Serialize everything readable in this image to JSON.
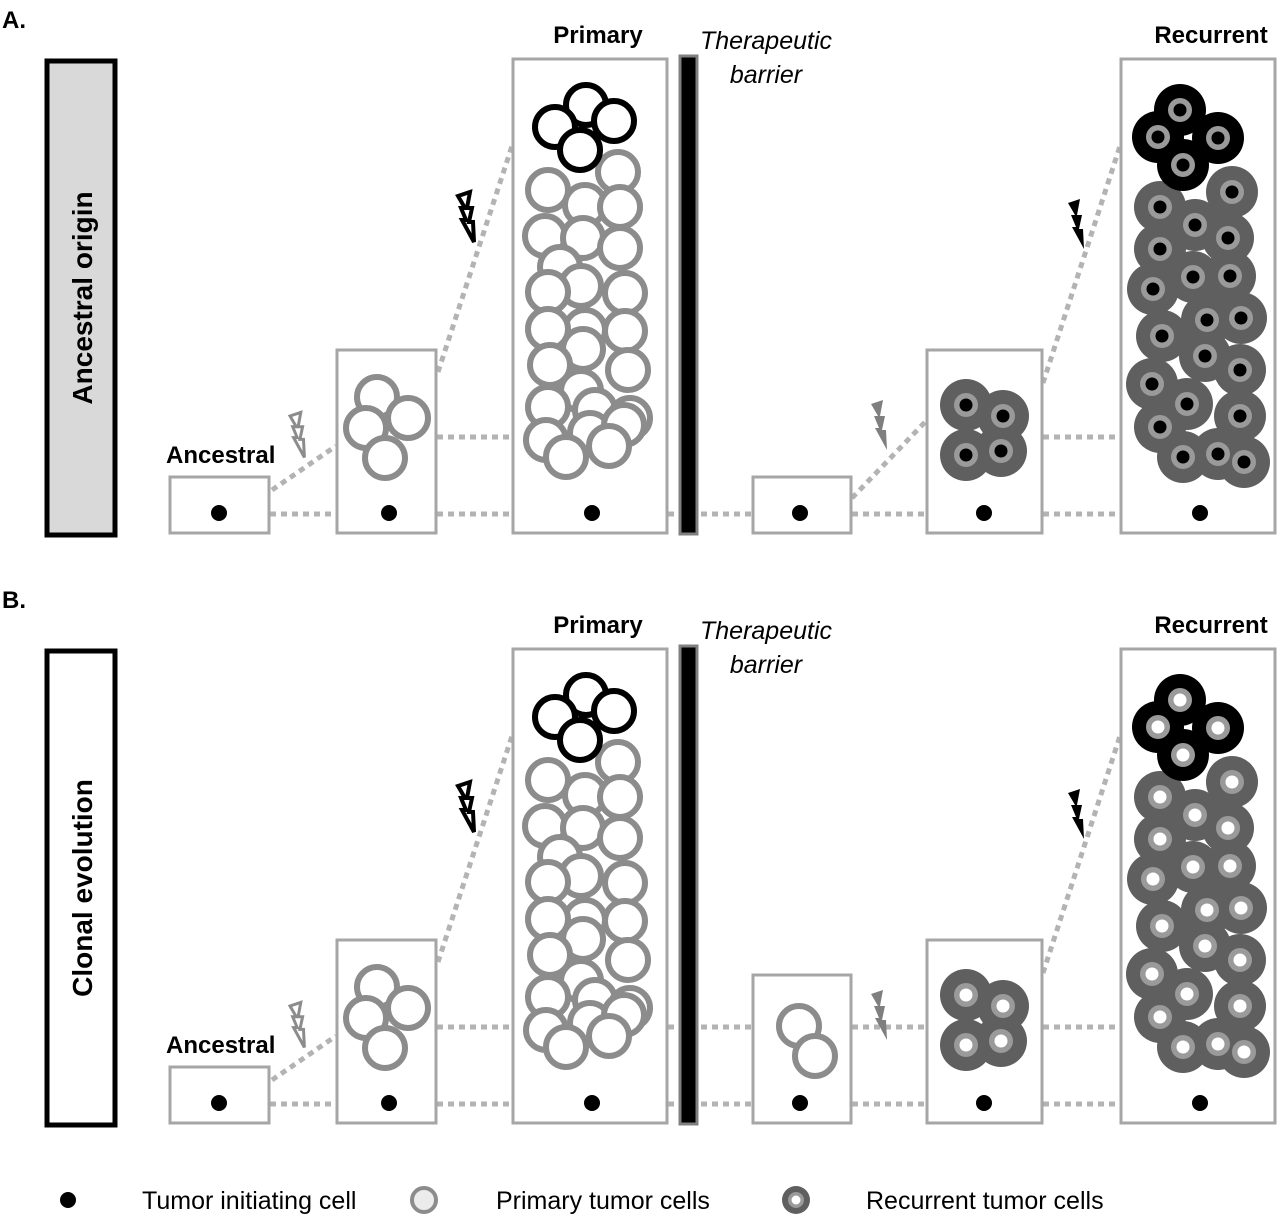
{
  "panels": [
    {
      "id": "A",
      "panel_label": "A.",
      "side_label": "Ancestral origin",
      "side_label_bg": "#d9d9d9",
      "stage_labels": {
        "ancestral": "Ancestral",
        "primary": "Primary",
        "barrier_line1": "Therapeutic",
        "barrier_line2": "barrier",
        "recurrent": "Recurrent"
      },
      "recurrent_core": "tic",
      "post_barrier_small_box_cells": 0,
      "post_barrier_lightning_style": "gray-filled"
    },
    {
      "id": "B",
      "panel_label": "B.",
      "side_label": "Clonal evolution",
      "side_label_bg": "#ffffff",
      "stage_labels": {
        "ancestral": "Ancestral",
        "primary": "Primary",
        "barrier_line1": "Therapeutic",
        "barrier_line2": "barrier",
        "recurrent": "Recurrent"
      },
      "recurrent_core": "hollow",
      "post_barrier_small_box_cells": 2,
      "post_barrier_lightning_style": "gray-filled"
    }
  ],
  "legend": [
    {
      "symbol": "tumor-initiating-cell",
      "label": "Tumor initiating cell"
    },
    {
      "symbol": "primary-tumor-cell",
      "label": "Primary tumor cells"
    },
    {
      "symbol": "recurrent-tumor-cell",
      "label": "Recurrent tumor cells"
    }
  ],
  "colors": {
    "box_border": "#a6a6a6",
    "primary_cell": "#8c8c8c",
    "primary_clone": "#000000",
    "recurrent_outer": "#5f5f5f",
    "recurrent_ring": "#9a9a9a",
    "barrier_fill": "#000000",
    "barrier_edge": "#808080",
    "dotted_line": "#b3b3b3",
    "tic": "#000000"
  }
}
